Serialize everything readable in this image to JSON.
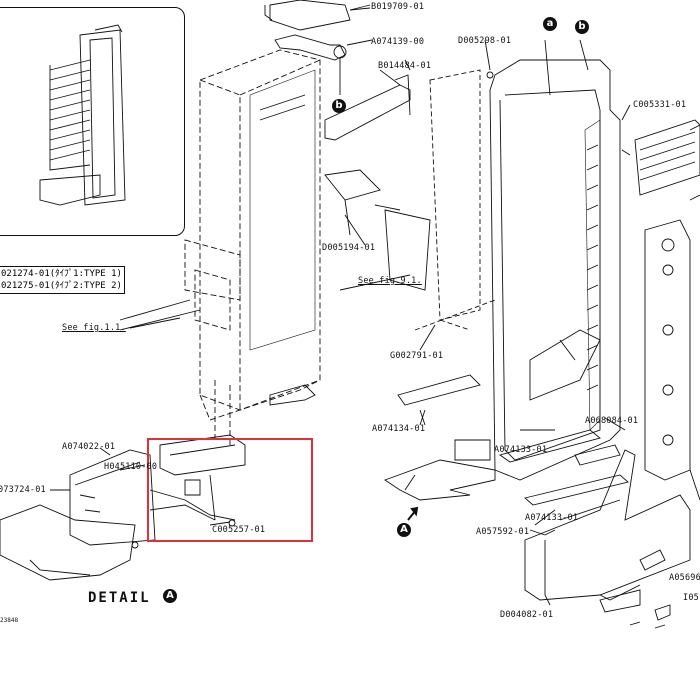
{
  "detail_label": "DETAIL",
  "detail_marker": "A",
  "doc_id": "23848",
  "callouts": {
    "a": "a",
    "b": "b"
  },
  "type_box": {
    "line1": "021274-01(ﾀｲﾌﾟ1:TYPE 1)",
    "line2": "021275-01(ﾀｲﾌﾟ2:TYPE 2)"
  },
  "refs": {
    "fig11": "See fig.1.1.",
    "fig91": "See fig.9.1."
  },
  "parts": {
    "B019709": "B019709-01",
    "A074139": "A074139-00",
    "B014484": "B014484-01",
    "D005298": "D005298-01",
    "C005331": "C005331-01",
    "D005194": "D005194-01",
    "G002791": "G002791-01",
    "A074134": "A074134-01",
    "A068084": "A068084-01",
    "A074133a": "A074133-01",
    "A074133b": "A074133-01",
    "A057592": "A057592-01",
    "D004082": "D004082-01",
    "A05696": "A05696",
    "I05": "I05",
    "A074022": "A074022-01",
    "H045110": "H045110-00",
    "P073724": "073724-01",
    "C005257": "C005257-01"
  },
  "colors": {
    "line": "#111111",
    "highlight": "#e0303a",
    "background": "#ffffff"
  }
}
